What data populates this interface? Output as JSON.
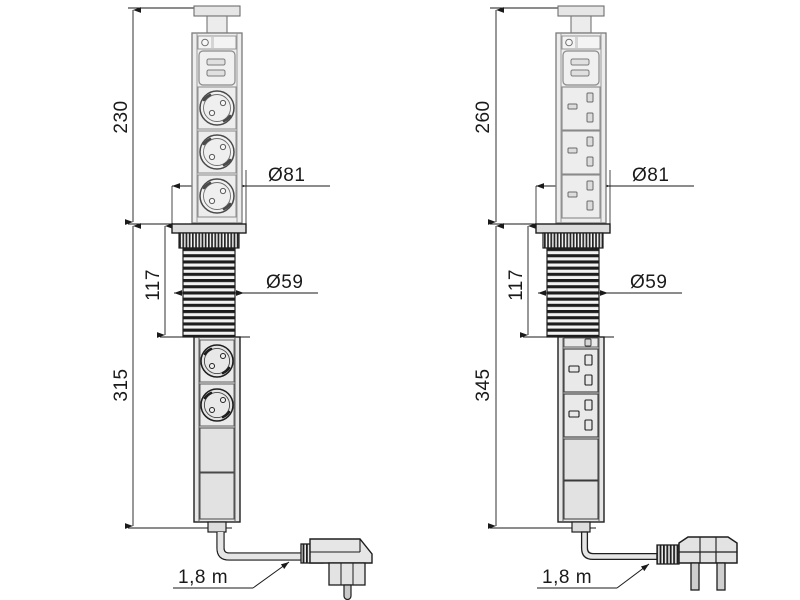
{
  "drawing": {
    "title": "Pop-up socket tower technical drawing",
    "type": "engineering-dimension-drawing",
    "units": "mm",
    "background_color": "#ffffff",
    "line_color": "#1a1a1a",
    "body_fill": "#e2e2e2",
    "body_fill_light": "#efefef",
    "dark_fill": "#2b2b2b"
  },
  "views": [
    {
      "id": "left",
      "name": "schuko-version",
      "socket_standard": "schuko",
      "dimensions": {
        "total_height": "315",
        "extended_height": "230",
        "collar_height": "117",
        "top_diameter": "Ø81",
        "body_diameter": "Ø59",
        "cable_length": "1,8 m"
      },
      "upper_modules": [
        {
          "type": "switch-indicator"
        },
        {
          "type": "usb-module",
          "ports": 2
        },
        {
          "type": "schuko-socket"
        },
        {
          "type": "schuko-socket"
        },
        {
          "type": "schuko-socket"
        }
      ],
      "lower_modules": [
        {
          "type": "schuko-socket"
        },
        {
          "type": "schuko-socket"
        },
        {
          "type": "blank-panel"
        },
        {
          "type": "blank-panel"
        }
      ],
      "plug_type": "schuko-angled-plug"
    },
    {
      "id": "right",
      "name": "uk-version",
      "socket_standard": "bs1363",
      "dimensions": {
        "total_height": "345",
        "extended_height": "260",
        "collar_height": "117",
        "top_diameter": "Ø81",
        "body_diameter": "Ø59",
        "cable_length": "1,8 m"
      },
      "upper_modules": [
        {
          "type": "switch-indicator"
        },
        {
          "type": "usb-module",
          "ports": 2
        },
        {
          "type": "uk-socket"
        },
        {
          "type": "uk-socket"
        },
        {
          "type": "uk-socket"
        }
      ],
      "lower_modules": [
        {
          "type": "uk-socket"
        },
        {
          "type": "uk-socket"
        },
        {
          "type": "blank-panel"
        },
        {
          "type": "blank-panel"
        }
      ],
      "plug_type": "uk-angled-plug"
    }
  ],
  "labels": {
    "left_230": "230",
    "left_117": "117",
    "left_315": "315",
    "left_d81": "Ø81",
    "left_d59": "Ø59",
    "left_cable": "1,8 m",
    "right_260": "260",
    "right_117": "117",
    "right_345": "345",
    "right_d81": "Ø81",
    "right_d59": "Ø59",
    "right_cable": "1,8 m"
  }
}
